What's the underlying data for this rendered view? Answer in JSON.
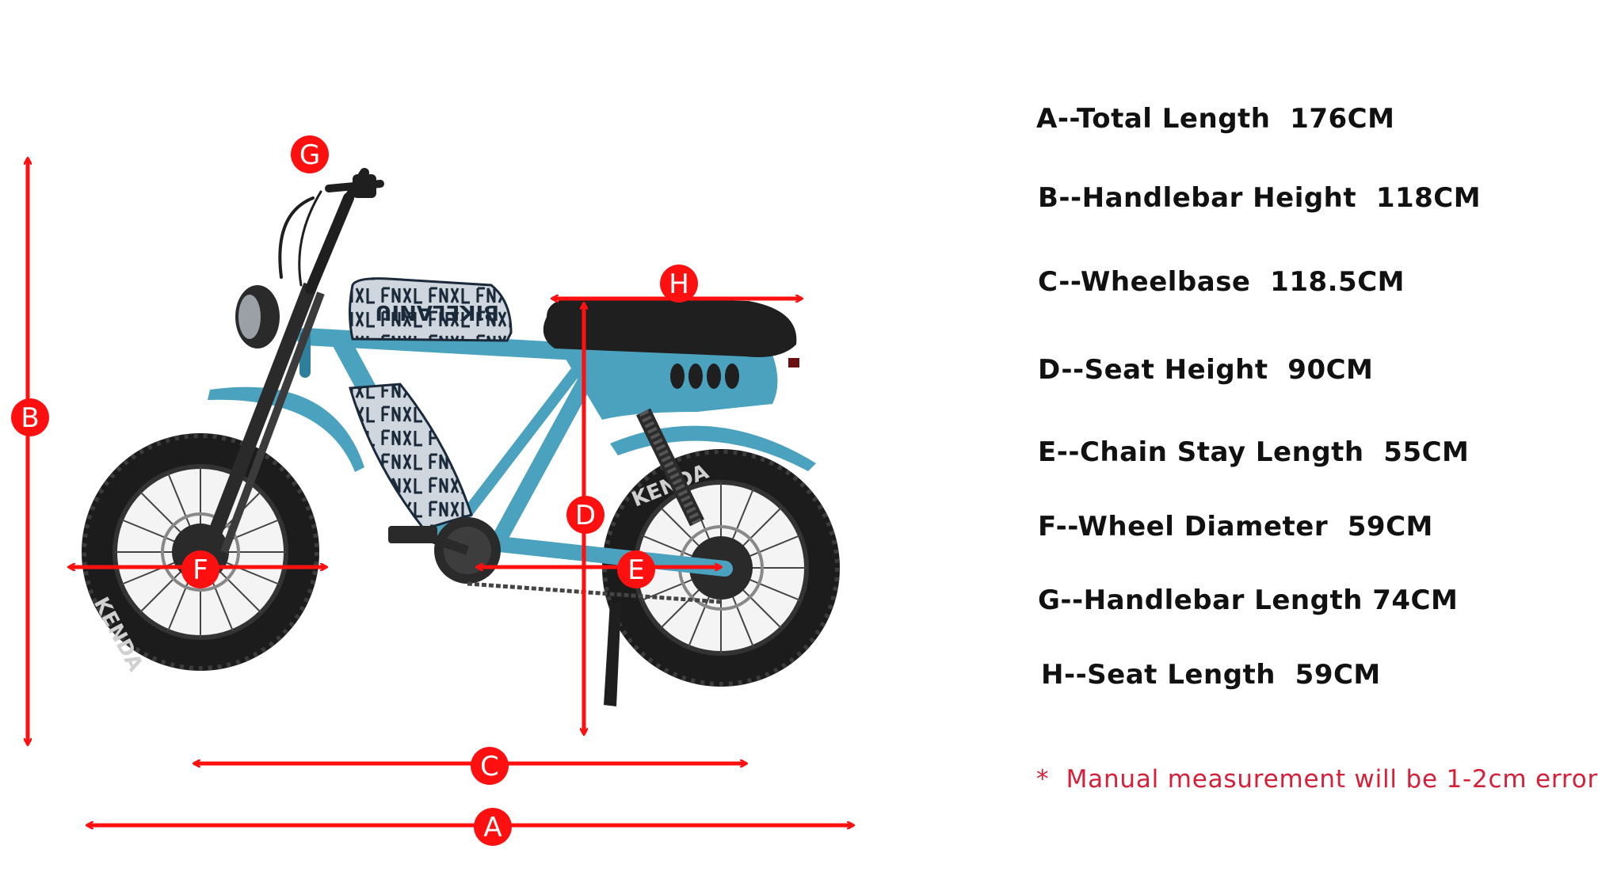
{
  "colors": {
    "annotation": "#ff1010",
    "frame": "#4aa2be",
    "frame_shadow": "#2f7f9c",
    "tire": "#1c1c1c",
    "seat": "#1f1f1f",
    "note": "#d5203a"
  },
  "markers": {
    "a": "A",
    "b": "B",
    "c": "C",
    "d": "D",
    "e": "E",
    "f": "F",
    "g": "G",
    "h": "H"
  },
  "specs": [
    "A--Total Length  176CM",
    "B--Handlebar Height  118CM",
    "C--Wheelbase  118.5CM",
    "D--Seat Height  90CM",
    "E--Chain Stay Length  55CM",
    "F--Wheel Diameter  59CM",
    "G--Handlebar Length 74CM",
    "H--Seat Length  59CM"
  ],
  "note": "*  Manual measurement will be 1-2cm error",
  "battery_print": "BIKELANIU",
  "tire_brand": "KENDA"
}
